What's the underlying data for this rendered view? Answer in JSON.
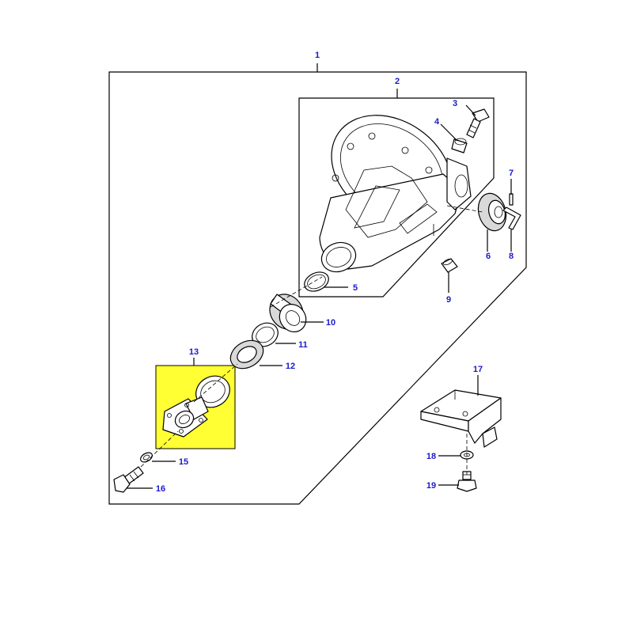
{
  "colors": {
    "label_text": "#1a1acc",
    "line": "#000000",
    "highlight": "#ffff33",
    "highlight_border": "#000000"
  },
  "callouts": [
    {
      "id": "c1",
      "label": "1"
    },
    {
      "id": "c2",
      "label": "2"
    },
    {
      "id": "c3",
      "label": "3"
    },
    {
      "id": "c4",
      "label": "4"
    },
    {
      "id": "c5",
      "label": "5"
    },
    {
      "id": "c6",
      "label": "6"
    },
    {
      "id": "c7",
      "label": "7"
    },
    {
      "id": "c8",
      "label": "8"
    },
    {
      "id": "c9",
      "label": "9"
    },
    {
      "id": "c10",
      "label": "10"
    },
    {
      "id": "c11",
      "label": "11"
    },
    {
      "id": "c12",
      "label": "12"
    },
    {
      "id": "c13",
      "label": "13"
    },
    {
      "id": "c15",
      "label": "15"
    },
    {
      "id": "c16",
      "label": "16"
    },
    {
      "id": "c17",
      "label": "17"
    },
    {
      "id": "c18",
      "label": "18"
    },
    {
      "id": "c19",
      "label": "19"
    }
  ]
}
